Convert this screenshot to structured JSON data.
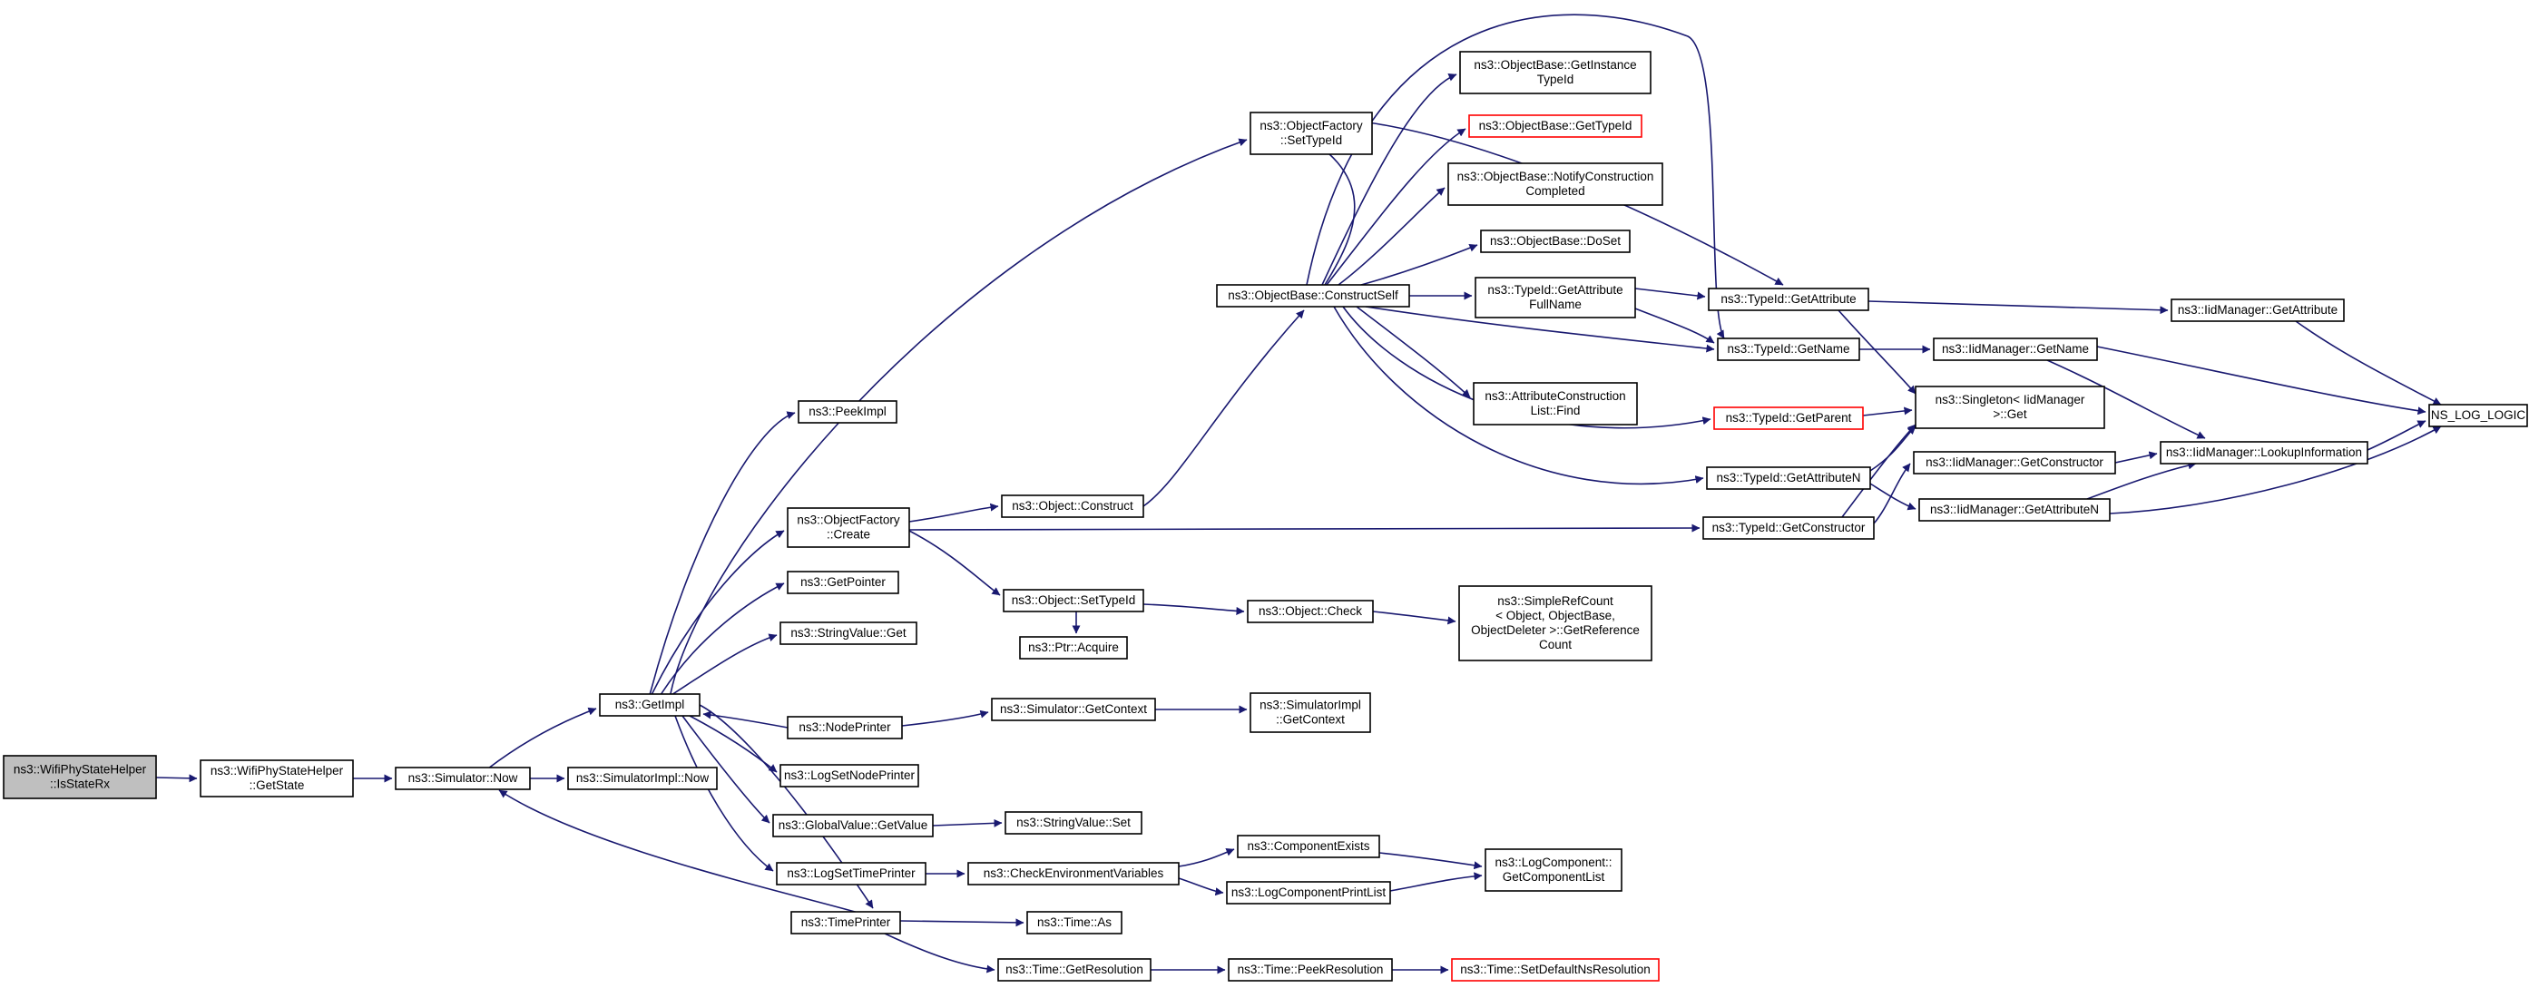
{
  "nodes": {
    "n_isstaterx": [
      "ns3::WifiPhyStateHelper",
      "::IsStateRx"
    ],
    "n_getstate": [
      "ns3::WifiPhyStateHelper",
      "::GetState"
    ],
    "n_simnow": [
      "ns3::Simulator::Now"
    ],
    "n_simimplnow": [
      "ns3::SimulatorImpl::Now"
    ],
    "n_getimpl": [
      "ns3::GetImpl"
    ],
    "n_peekimpl": [
      "ns3::PeekImpl"
    ],
    "n_ofcreate": [
      "ns3::ObjectFactory",
      "::Create"
    ],
    "n_getpointer": [
      "ns3::GetPointer"
    ],
    "n_strget": [
      "ns3::StringValue::Get"
    ],
    "n_nodeprinter": [
      "ns3::NodePrinter"
    ],
    "n_logsetnode": [
      "ns3::LogSetNodePrinter"
    ],
    "n_gvgetvalue": [
      "ns3::GlobalValue::GetValue"
    ],
    "n_logsettime": [
      "ns3::LogSetTimePrinter"
    ],
    "n_timeprinter": [
      "ns3::TimePrinter"
    ],
    "n_ofsettypeid": [
      "ns3::ObjectFactory",
      "::SetTypeId"
    ],
    "n_objconstruct": [
      "ns3::Object::Construct"
    ],
    "n_objsettypeid": [
      "ns3::Object::SetTypeId"
    ],
    "n_ptracquire": [
      "ns3::Ptr::Acquire"
    ],
    "n_simgetcontext": [
      "ns3::Simulator::GetContext"
    ],
    "n_strset": [
      "ns3::StringValue::Set"
    ],
    "n_checkenv": [
      "ns3::CheckEnvironmentVariables"
    ],
    "n_timeas": [
      "ns3::Time::As"
    ],
    "n_timegetres": [
      "ns3::Time::GetResolution"
    ],
    "n_constructself": [
      "ns3::ObjectBase::ConstructSelf"
    ],
    "n_objcheck": [
      "ns3::Object::Check"
    ],
    "n_simimplgetctx": [
      "ns3::SimulatorImpl",
      "::GetContext"
    ],
    "n_compexists": [
      "ns3::ComponentExists"
    ],
    "n_logcompprint": [
      "ns3::LogComponentPrintList"
    ],
    "n_timepeekres": [
      "ns3::Time::PeekResolution"
    ],
    "n_getinstance": [
      "ns3::ObjectBase::GetInstance",
      "TypeId"
    ],
    "n_obgettypeid": [
      "ns3::ObjectBase::GetTypeId"
    ],
    "n_notifyconst": [
      "ns3::ObjectBase::NotifyConstruction",
      "Completed"
    ],
    "n_doset": [
      "ns3::ObjectBase::DoSet"
    ],
    "n_getattrfull": [
      "ns3::TypeId::GetAttribute",
      "FullName"
    ],
    "n_attrconstfind": [
      "ns3::AttributeConstruction",
      "List::Find"
    ],
    "n_simplerefcount": [
      "ns3::SimpleRefCount",
      "< Object, ObjectBase,",
      "ObjectDeleter >::GetReference",
      "Count"
    ],
    "n_getcomplist": [
      "ns3::LogComponent::",
      "GetComponentList"
    ],
    "n_setdefaultns": [
      "ns3::Time::SetDefaultNsResolution"
    ],
    "n_tidgetattr": [
      "ns3::TypeId::GetAttribute"
    ],
    "n_tidgetname": [
      "ns3::TypeId::GetName"
    ],
    "n_tidgetparent": [
      "ns3::TypeId::GetParent"
    ],
    "n_tidgetattrn": [
      "ns3::TypeId::GetAttributeN"
    ],
    "n_tidgetconst": [
      "ns3::TypeId::GetConstructor"
    ],
    "n_singleton": [
      "ns3::Singleton< IidManager",
      ">::Get"
    ],
    "n_iidgetname": [
      "ns3::IidManager::GetName"
    ],
    "n_iidgetconst": [
      "ns3::IidManager::GetConstructor"
    ],
    "n_iidgetattrn": [
      "ns3::IidManager::GetAttributeN"
    ],
    "n_iidgetattr": [
      "ns3::IidManager::GetAttribute"
    ],
    "n_iidlookup": [
      "ns3::IidManager::LookupInformation"
    ],
    "n_nslog": [
      "NS_LOG_LOGIC"
    ]
  },
  "styles": {
    "edge_color": "#191970",
    "root_fill": "#bfbfbf",
    "highlight_border": "#ff0000"
  }
}
